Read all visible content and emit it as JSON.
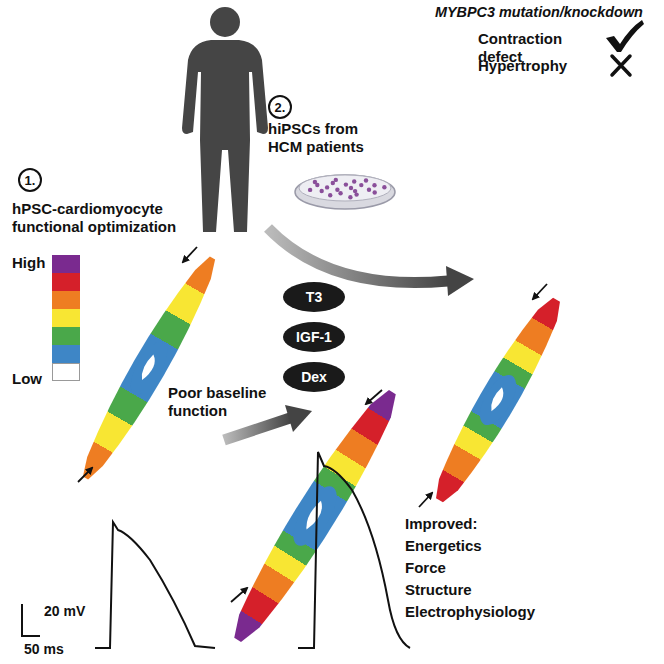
{
  "diagram": {
    "nodes": [
      {
        "text": [
          "2."
        ]
      },
      {
        "text": [
          "1."
        ]
      },
      {
        "text": [
          "T3"
        ]
      },
      {
        "text": [
          "IGF-1"
        ]
      },
      {
        "text": [
          "Dex"
        ]
      }
    ],
    "labels": [
      "MYBPC3 mutation/knockdown",
      "Contraction defect",
      "Hypertrophy",
      "hiPSCs from HCM patients",
      "hPSC-cardiomyocyte functional optimization",
      "Poor baseline function",
      "Improved:",
      "Energetics",
      "Force",
      "Structure",
      "Electrophysiology",
      "20 mV",
      "50 ms"
    ],
    "legend": [
      {
        "text": "High",
        "color": "#7a2a8f"
      },
      {
        "text": "Low",
        "color": "#ffffff"
      }
    ]
  }
}
